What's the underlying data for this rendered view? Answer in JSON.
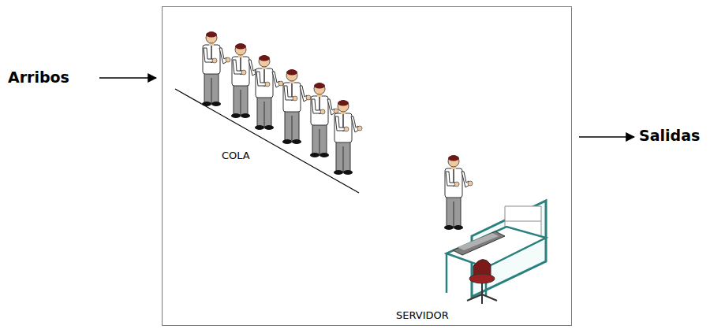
{
  "diagram": {
    "nodes": [
      {
        "text": [
          "COLA",
          "SERVIDOR"
        ]
      }
    ],
    "labels": [
      "Arribos",
      "Salidas"
    ]
  }
}
